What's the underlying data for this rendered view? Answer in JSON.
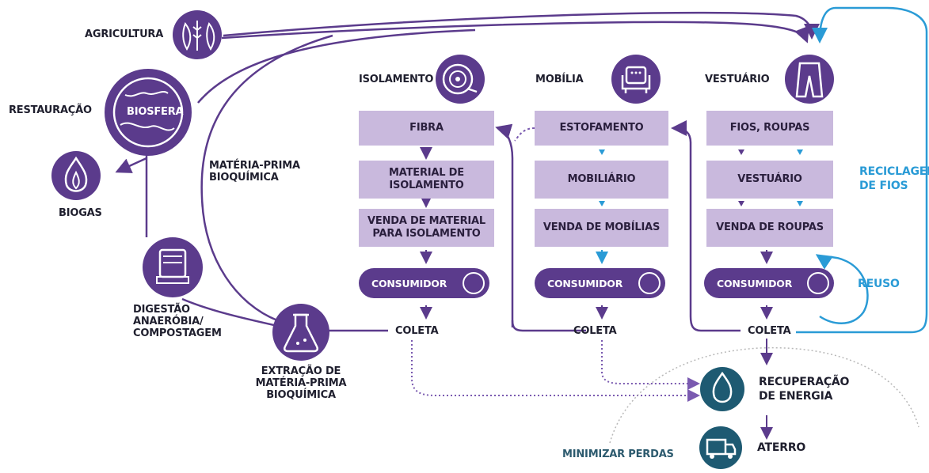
{
  "left": {
    "agricultura": "AGRICULTURA",
    "restauracao": "RESTAURAÇÃO",
    "biosfera": "BIOSFERA",
    "biogas": "BIOGAS",
    "materia_prima": [
      "MATÉRIA-PRIMA",
      "BIOQUÍMICA"
    ],
    "digestao": [
      "DIGESTÃO",
      "ANAERÓBIA/",
      "COMPOSTAGEM"
    ],
    "extracao": [
      "EXTRAÇÃO DE",
      "MATÉRIA-PRIMA",
      "BIOQUÍMICA"
    ]
  },
  "columns": [
    {
      "title": "ISOLAMENTO",
      "steps": [
        [
          "FIBRA"
        ],
        [
          "MATERIAL DE",
          "ISOLAMENTO"
        ],
        [
          "VENDA DE MATERIAL",
          "PARA ISOLAMENTO"
        ]
      ],
      "consumer": "CONSUMIDOR",
      "coleta": "COLETA"
    },
    {
      "title": "MOBÍLIA",
      "steps": [
        [
          "ESTOFAMENTO"
        ],
        [
          "MOBILIÁRIO"
        ],
        [
          "VENDA DE MOBÍLIAS"
        ]
      ],
      "consumer": "CONSUMIDOR",
      "coleta": "COLETA"
    },
    {
      "title": "VESTUÁRIO",
      "steps": [
        [
          "FIOS, ROUPAS"
        ],
        [
          "VESTUÁRIO"
        ],
        [
          "VENDA DE ROUPAS"
        ]
      ],
      "consumer": "CONSUMIDOR",
      "coleta": "COLETA"
    }
  ],
  "right": {
    "reciclagem": [
      "RECICLAGEM",
      "DE FIOS"
    ],
    "reuso": "REUSO",
    "recuperacao": [
      "RECUPERAÇÃO",
      "DE ENERGIA"
    ],
    "aterro": "ATERRO",
    "minimizar": "MINIMIZAR PERDAS"
  },
  "colors": {
    "purple": "#5b3b8c",
    "box": "#c9b9dd",
    "blue": "#2a9bd6",
    "teal": "#1e5a72",
    "text": "#1f1f2e"
  },
  "icons": [
    "fish-wheat-icon",
    "globe-icon",
    "fire-icon",
    "digester-icon",
    "flask-icon",
    "cable-roll-icon",
    "armchair-icon",
    "pants-icon",
    "person-icon",
    "garbage-truck-icon"
  ]
}
